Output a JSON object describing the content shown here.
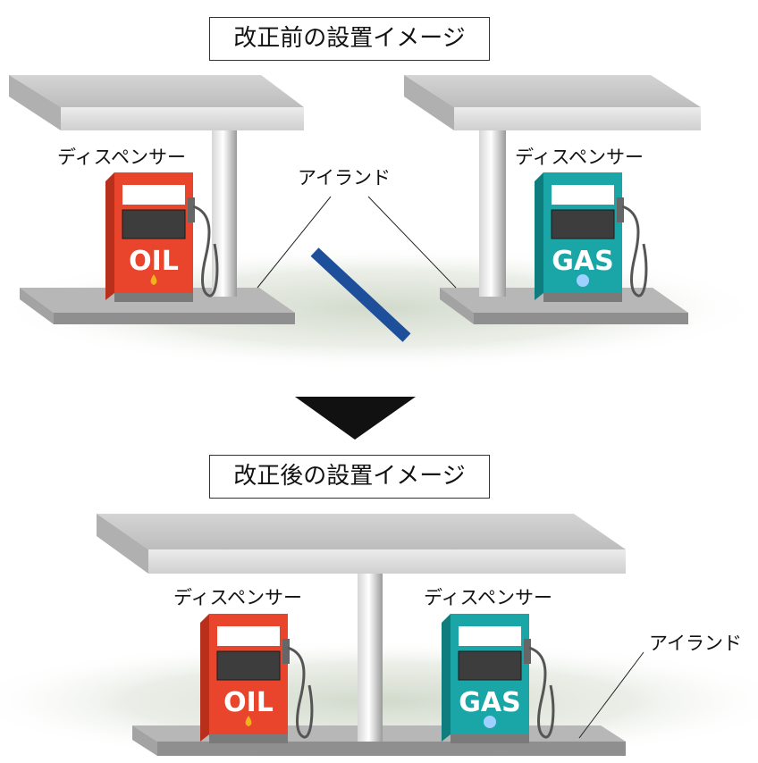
{
  "before": {
    "title": "改正前の設置イメージ",
    "dispenser_label_left": "ディスペンサー",
    "dispenser_label_right": "ディスペンサー",
    "island_label": "アイランド"
  },
  "after": {
    "title": "改正後の設置イメージ",
    "dispenser_label_left": "ディスペンサー",
    "dispenser_label_right": "ディスペンサー",
    "island_label": "アイランド"
  },
  "pumps": {
    "oil_text": "OIL",
    "gas_text": "GAS",
    "oil_color": "#e8452c",
    "gas_color": "#1aa6a6"
  }
}
